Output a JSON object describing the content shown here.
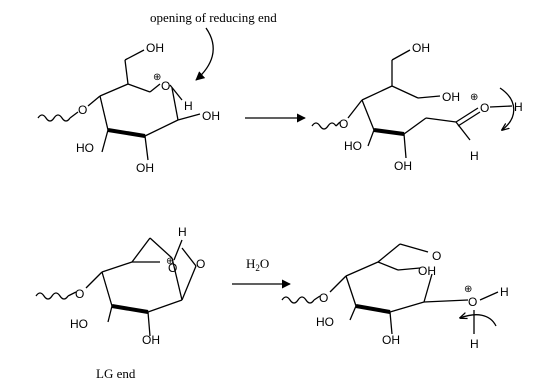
{
  "captions": {
    "top": "opening of reducing end",
    "bottom": "LG end",
    "water_h": "H",
    "water_sub": "2",
    "water_o": "O"
  },
  "atoms": {
    "oh": "OH",
    "ho": "HO",
    "o": "O",
    "h": "H",
    "plus": "⊕"
  }
}
